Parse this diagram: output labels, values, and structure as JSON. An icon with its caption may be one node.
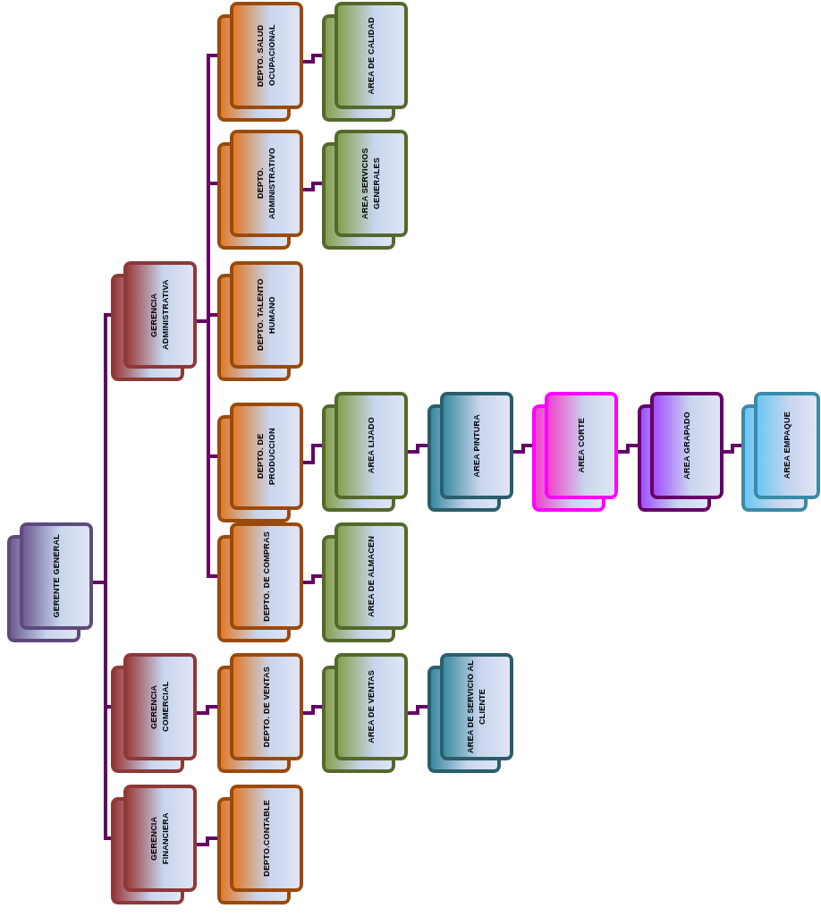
{
  "diagram": {
    "nodes": [
      {
        "text": [
          "GERENTE GENERAL"
        ]
      },
      {
        "text": [
          "GERENCIA ADMINISTRATIVA"
        ]
      },
      {
        "text": [
          "GERENCIA COMERCIAL"
        ]
      },
      {
        "text": [
          "GERENCIA FINANCIERA"
        ]
      },
      {
        "text": [
          "DEPTO. SALUD OCUPACIONAL"
        ]
      },
      {
        "text": [
          "AREA DE CALIDAD"
        ]
      },
      {
        "text": [
          "DEPTO. ADMINISTRATIVO"
        ]
      },
      {
        "text": [
          "AREA SERVICIOS GENERALES"
        ]
      },
      {
        "text": [
          "DEPTO. TALENTO HUMANO"
        ]
      },
      {
        "text": [
          "DEPTO. DE PRODUCCION"
        ]
      },
      {
        "text": [
          "AREA LIJADO"
        ]
      },
      {
        "text": [
          "AREA PINTURA"
        ]
      },
      {
        "text": [
          "AREA CORTE"
        ]
      },
      {
        "text": [
          "AREA GRAPADO"
        ]
      },
      {
        "text": [
          "AREA EMPAQUE"
        ]
      },
      {
        "text": [
          "DEPTO. DE COMPRAS"
        ]
      },
      {
        "text": [
          "AREA DE ALMACEN"
        ]
      },
      {
        "text": [
          "DEPTO. DE VENTAS"
        ]
      },
      {
        "text": [
          "AREA DE VENTAS"
        ]
      },
      {
        "text": [
          "AREA DE SERVICIO AL CLIENTE"
        ]
      },
      {
        "text": [
          "DEPTO.CONTABLE"
        ]
      }
    ],
    "edges": [
      {
        "from": 0,
        "to": 1,
        "arrow": "none"
      },
      {
        "from": 0,
        "to": 2,
        "arrow": "none"
      },
      {
        "from": 0,
        "to": 3,
        "arrow": "none"
      },
      {
        "from": 1,
        "to": 4,
        "arrow": "none"
      },
      {
        "from": 1,
        "to": 6,
        "arrow": "none"
      },
      {
        "from": 1,
        "to": 8,
        "arrow": "none"
      },
      {
        "from": 1,
        "to": 9,
        "arrow": "none"
      },
      {
        "from": 1,
        "to": 15,
        "arrow": "none"
      },
      {
        "from": 4,
        "to": 5,
        "arrow": "none"
      },
      {
        "from": 6,
        "to": 7,
        "arrow": "none"
      },
      {
        "from": 9,
        "to": 10,
        "arrow": "none"
      },
      {
        "from": 10,
        "to": 11,
        "arrow": "none"
      },
      {
        "from": 11,
        "to": 12,
        "arrow": "none"
      },
      {
        "from": 12,
        "to": 13,
        "arrow": "none"
      },
      {
        "from": 13,
        "to": 14,
        "arrow": "none"
      },
      {
        "from": 15,
        "to": 16,
        "arrow": "none"
      },
      {
        "from": 2,
        "to": 17,
        "arrow": "none"
      },
      {
        "from": 17,
        "to": 18,
        "arrow": "none"
      },
      {
        "from": 18,
        "to": 19,
        "arrow": "none"
      },
      {
        "from": 3,
        "to": 20,
        "arrow": "none"
      }
    ]
  }
}
